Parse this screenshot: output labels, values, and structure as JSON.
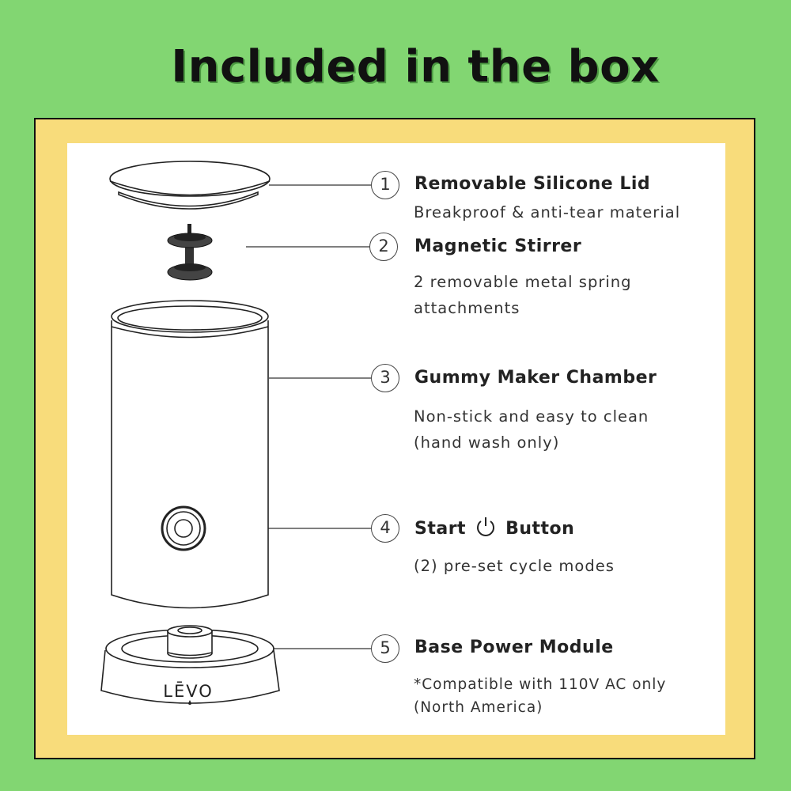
{
  "title": "Included in the box",
  "brand_logo": "LĒVO",
  "colors": {
    "background": "#82d672",
    "frame": "#f8dc7b",
    "panel": "#ffffff",
    "text": "#222222"
  },
  "items": [
    {
      "number": "1",
      "label": "Removable Silicone Lid",
      "description": [
        "Breakproof & anti-tear material"
      ]
    },
    {
      "number": "2",
      "label": "Magnetic Stirrer",
      "description": [
        "2 removable metal spring",
        "attachments"
      ]
    },
    {
      "number": "3",
      "label": "Gummy Maker Chamber",
      "description": [
        "Non-stick and easy to clean",
        "(hand wash only)"
      ]
    },
    {
      "number": "4",
      "label_before": "Start",
      "icon": "power-icon",
      "label_after": "Button",
      "description": [
        "(2) pre-set cycle modes"
      ]
    },
    {
      "number": "5",
      "label": "Base Power Module",
      "description": [
        "*Compatible with 110V AC only",
        "(North America)"
      ]
    }
  ]
}
